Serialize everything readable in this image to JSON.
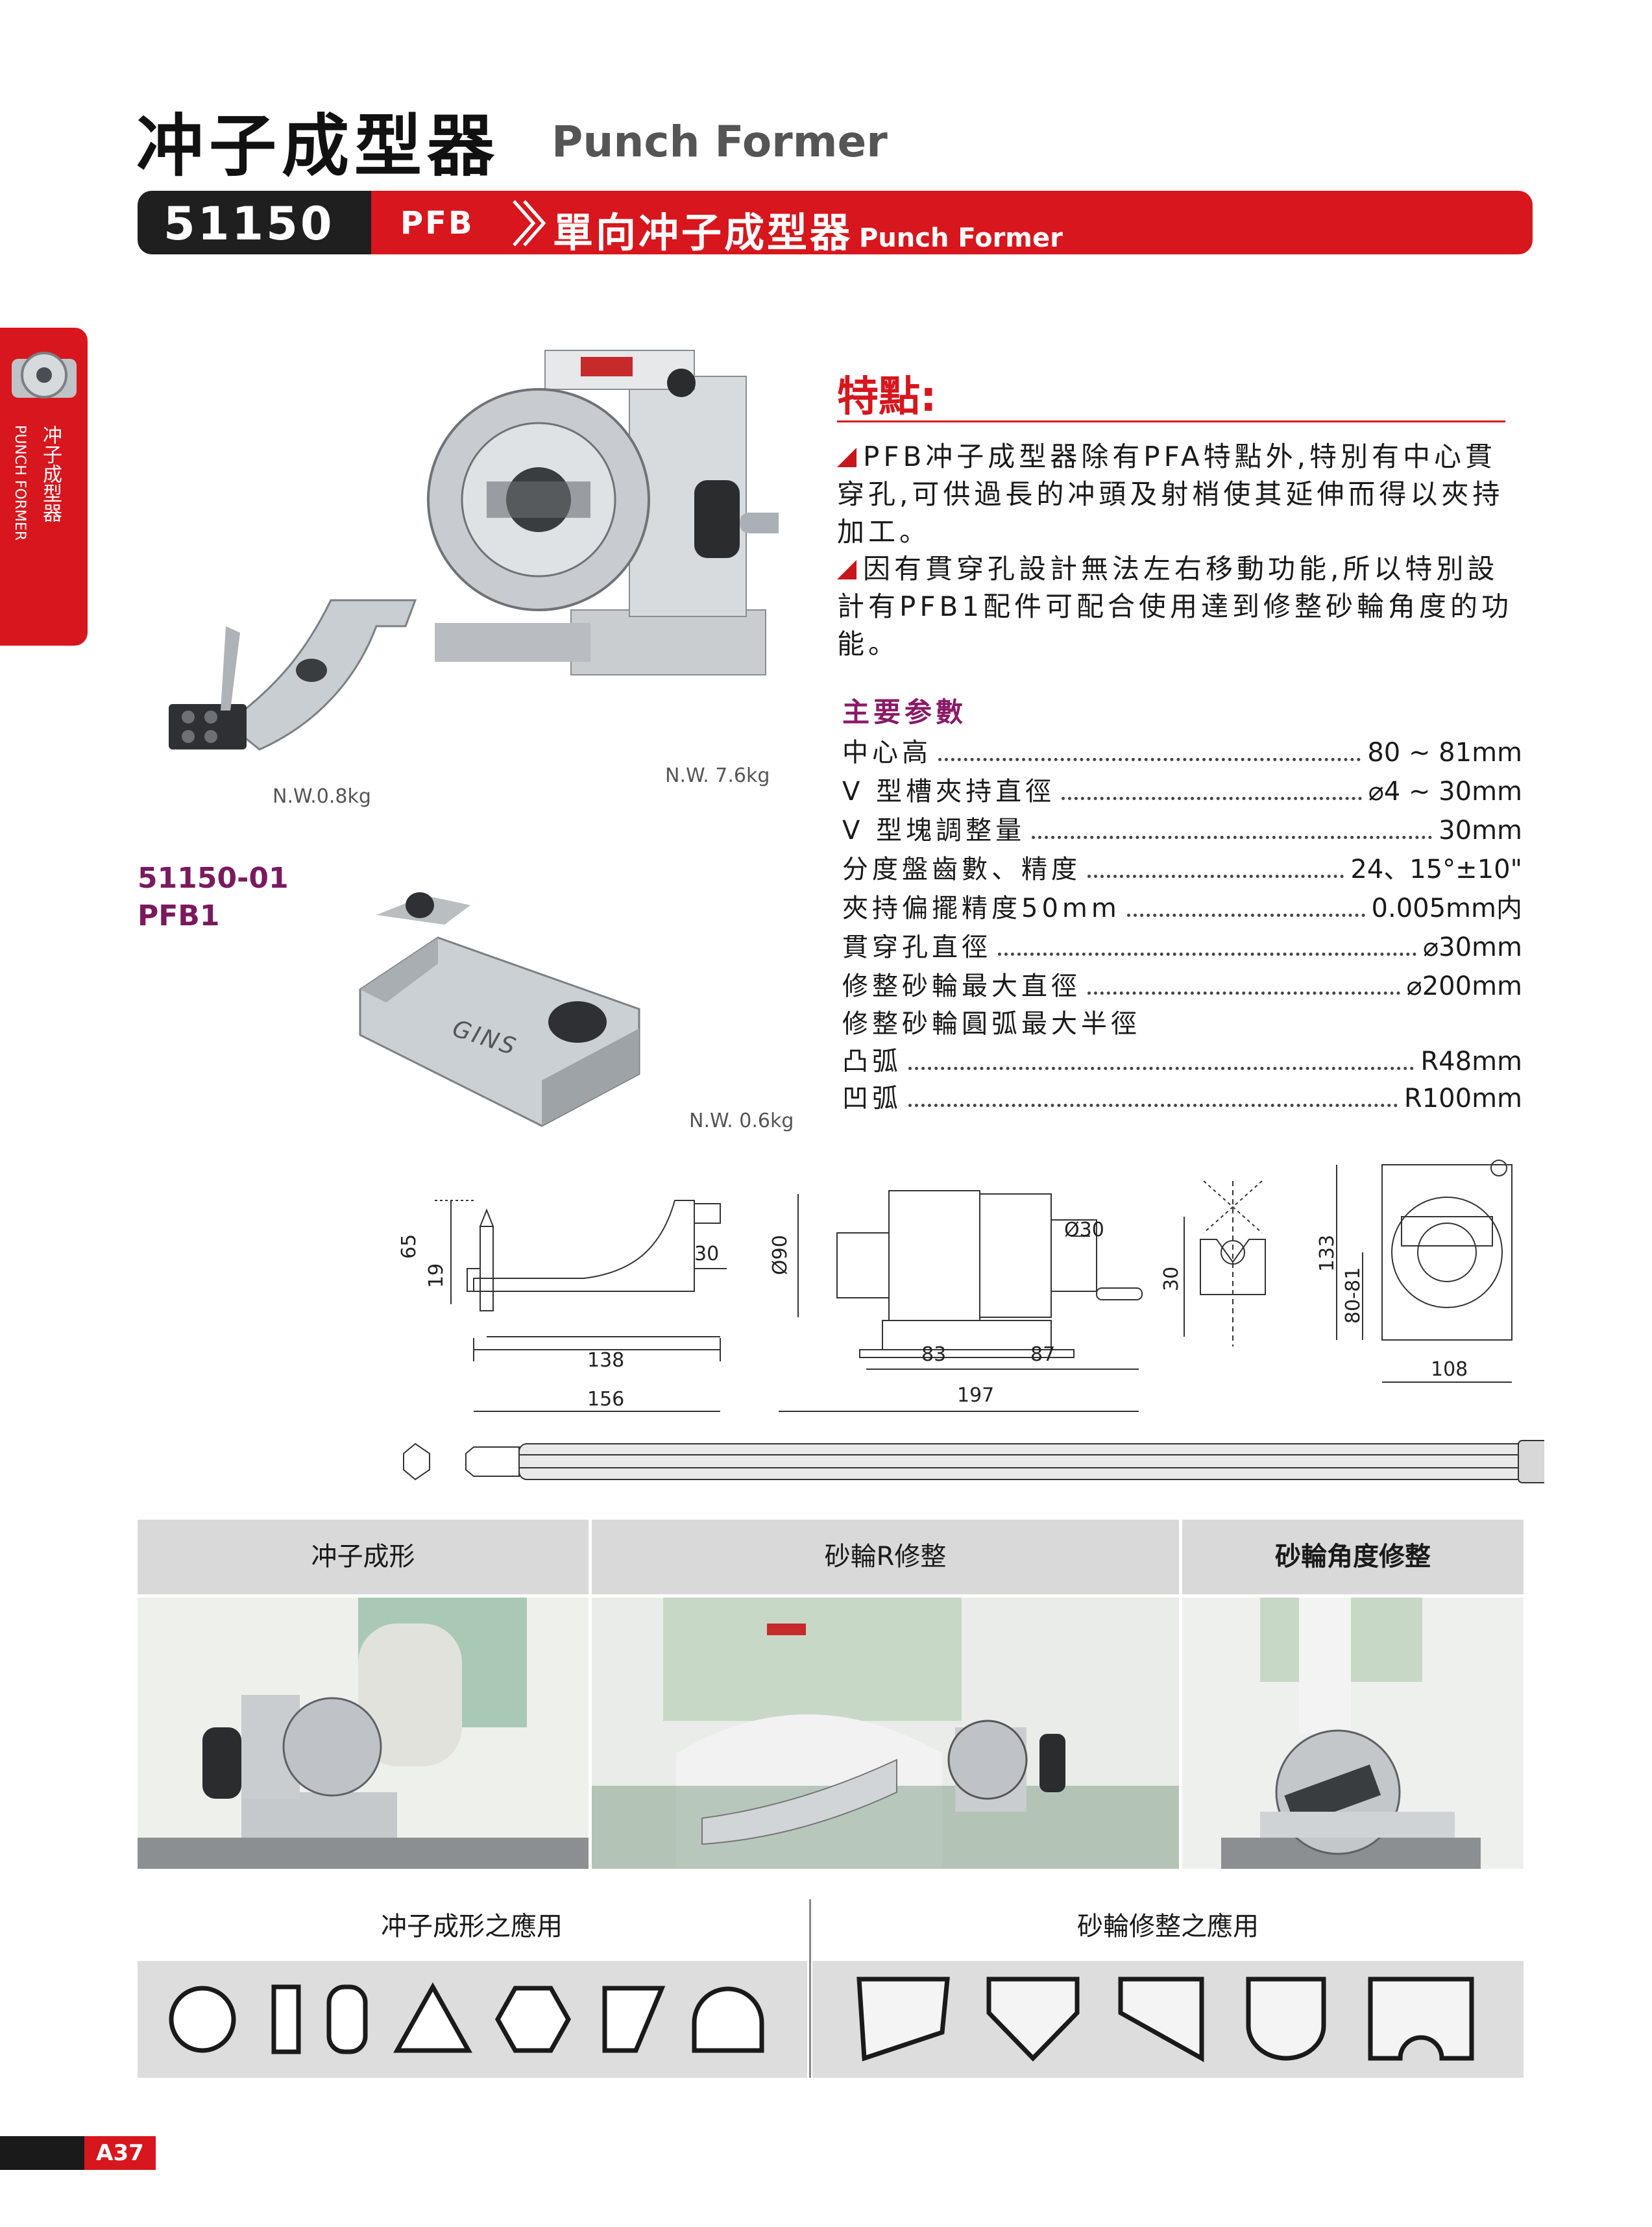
{
  "header": {
    "title_cn": "冲子成型器",
    "title_en": "Punch Former",
    "model_no": "51150",
    "model_code": "PFB",
    "model_name_cn": "單向冲子成型器",
    "model_name_en": "Punch Former"
  },
  "sidetab": {
    "label_cn": "冲子成型器",
    "label_en": "PUNCH FORMER"
  },
  "product": {
    "weight_main": "N.W. 7.6kg",
    "weight_arm": "N.W.0.8kg"
  },
  "accessory": {
    "code": "51150-01",
    "model": "PFB1",
    "weight": "N.W. 0.6kg"
  },
  "features": {
    "heading": "特點:",
    "items": [
      "PFB冲子成型器除有PFA特點外,特別有中心貫穿孔,可供過長的冲頭及射梢使其延伸而得以夾持加工。",
      "因有貫穿孔設計無法左右移動功能,所以特別設計有PFB1配件可配合使用達到修整砂輪角度的功能。"
    ]
  },
  "params": {
    "heading": "主要参數",
    "rows": [
      {
        "k": "中心高",
        "v": "80 ~ 81mm"
      },
      {
        "k": "V 型槽夾持直徑",
        "v": "⌀4 ~ 30mm"
      },
      {
        "k": "V  型塊調整量",
        "v": "30mm"
      },
      {
        "k": "分度盤齒數、精度",
        "v": "24、15°±10\""
      },
      {
        "k": "夾持偏擺精度50mm",
        "v": "0.005mm内"
      },
      {
        "k": "貫穿孔直徑",
        "v": "⌀30mm"
      },
      {
        "k": "修整砂輪最大直徑",
        "v": "⌀200mm"
      },
      {
        "k": "修整砂輪圓弧最大半徑",
        "v": ""
      },
      {
        "k": "凸弧",
        "v": "R48mm"
      },
      {
        "k": "凹弧",
        "v": "R100mm"
      }
    ]
  },
  "dims": {
    "d65": "65",
    "d19": "19",
    "d30a": "30",
    "d138": "138",
    "d156": "156",
    "d90": "Ø90",
    "d30b": "Ø30",
    "d83": "83",
    "d87": "87",
    "d197": "197",
    "d30c": "30",
    "d133": "133",
    "d8081": "80-81",
    "d108": "108"
  },
  "table": {
    "col1": "冲子成形",
    "col2": "砂輪R修整",
    "col3": "砂輪角度修整",
    "app1": "冲子成形之應用",
    "app2": "砂輪修整之應用"
  },
  "page": {
    "number": "A37"
  }
}
